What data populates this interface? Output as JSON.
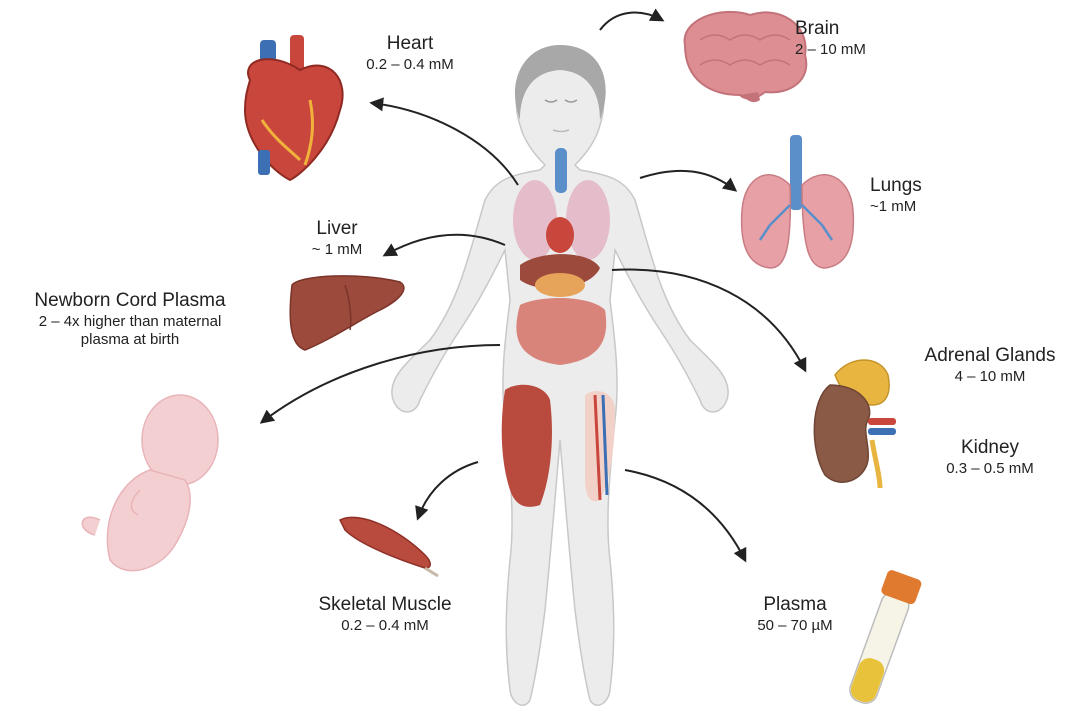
{
  "organs": {
    "heart": {
      "name": "Heart",
      "value": "0.2 – 0.4 mM"
    },
    "brain": {
      "name": "Brain",
      "value": "2 – 10 mM"
    },
    "lungs": {
      "name": "Lungs",
      "value": "~1 mM"
    },
    "liver": {
      "name": "Liver",
      "value": "~ 1 mM"
    },
    "newborn": {
      "name": "Newborn Cord Plasma",
      "value": "2 – 4x higher than maternal",
      "value2": "plasma at birth"
    },
    "adrenal": {
      "name": "Adrenal Glands",
      "value": "4 – 10 mM"
    },
    "kidney": {
      "name": "Kidney",
      "value": "0.3 – 0.5 mM"
    },
    "muscle": {
      "name": "Skeletal Muscle",
      "value": "0.2 – 0.4 mM"
    },
    "plasma": {
      "name": "Plasma",
      "value": "50 – 70 µM"
    }
  },
  "icons": [
    "body-figure-icon",
    "heart-icon",
    "brain-icon",
    "lungs-icon",
    "liver-icon",
    "fetus-icon",
    "kidney-adrenal-icon",
    "muscle-icon",
    "blood-tube-icon"
  ],
  "colors": {
    "arrow": "#222222",
    "skin": "#ececec",
    "organ_red": "#c9463d",
    "liver": "#9c4a3c",
    "lung_pink": "#e7a0a6",
    "brain_pink": "#dd8e93",
    "fetus": "#f4cfd2",
    "tube_cap": "#e07a2e",
    "tube_fluid": "#e8c23a"
  }
}
